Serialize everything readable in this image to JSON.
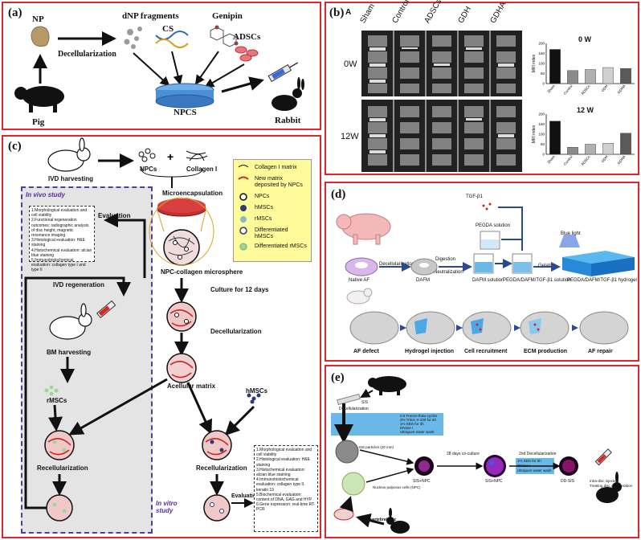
{
  "panel_a": {
    "label": "(a)",
    "np": "NP",
    "dnp": "dNP fragments",
    "cs": "CS",
    "genipin": "Genipin",
    "adscs": "ADSCs",
    "decell": "Decellularization",
    "npcs": "NPCS",
    "pig": "Pig",
    "rabbit": "Rabbit"
  },
  "panel_b": {
    "label": "(b)",
    "sublabel": "A",
    "groups": [
      "Sham",
      "Control",
      "ADSCs",
      "GDH",
      "GDHA"
    ],
    "row_0w": "0W",
    "row_12w": "12W",
    "chart_0w_title": "0 W",
    "chart_12w_title": "12 W",
    "ylabel": "MRI index"
  },
  "chart_data": [
    {
      "type": "bar",
      "title": "0 W",
      "categories": [
        "Sham",
        "Control",
        "ADSCs",
        "GDH",
        "GDHA"
      ],
      "values": [
        170,
        65,
        70,
        80,
        75
      ],
      "ylabel": "MRI index",
      "ylim": [
        0,
        200
      ],
      "yticks": [
        "200",
        "150",
        "100",
        "50",
        "0"
      ],
      "colors": [
        "#111111",
        "#8a8a8a",
        "#b0b0b0",
        "#d0d0d0",
        "#5a5a5a"
      ]
    },
    {
      "type": "bar",
      "title": "12 W",
      "categories": [
        "Sham",
        "Control",
        "ADSCs",
        "GDH",
        "GDHA"
      ],
      "values": [
        165,
        35,
        50,
        55,
        105
      ],
      "ylabel": "MRI index",
      "ylim": [
        0,
        200
      ],
      "yticks": [
        "200",
        "150",
        "100",
        "50",
        "0"
      ],
      "colors": [
        "#111111",
        "#8a8a8a",
        "#b0b0b0",
        "#d0d0d0",
        "#5a5a5a"
      ]
    }
  ],
  "panel_c": {
    "label": "(c)",
    "ivd_harvest": "IVD harvesting",
    "npcs": "NPCs",
    "collagen": "Collagen I",
    "microencap": "Microencapsulation",
    "microsphere": "NPC-collagen microsphere",
    "culture": "Culture for 12 days",
    "decell": "Decellularization",
    "acellular": "Acellular matrix",
    "hmscs": "hMSCs",
    "rmscs": "rMSCs",
    "recell_left": "Recellularization",
    "recell_right": "Recellularization",
    "bm_harvest": "BM harvesting",
    "ivd_regen": "IVD regeneration",
    "evaluation_left": "Evaluation",
    "evaluation_right": "Evaluation",
    "in_vivo": "In vivo study",
    "in_vitro": "In vitro study",
    "legend": [
      "Collagen I matrix",
      "New matrix deposited by NPCs",
      "NPCs",
      "hMSCs",
      "rMSCs",
      "Differentiated hMSCs",
      "Differentiated rMSCs"
    ],
    "invivo_notes": [
      "1.Morphological evaluation and cell viability",
      "2.Functional regeneration outcomes: radiographic analysis of disc height, magnetic resonance imaging",
      "3.Histological evaluation: H&E staining",
      "4.Histochemical evaluation: alcian blue staining",
      "5.Immunohistochemical evaluation: collagen type I and type II"
    ],
    "invitro_notes": [
      "1.Morphological evaluation and cell viability",
      "2.Histological evaluation: H&E staining",
      "3.Histochemical evaluation: alcian blue staining",
      "4.Immunohistochemical evaluation: collagen type II, keratin 19",
      "5.Biochemical evaluation: content of DNA, GAG and HYP",
      "6.Gene expression: real-time RT-PCR"
    ]
  },
  "panel_d": {
    "label": "(d)",
    "tgf": "TGF-β1",
    "pegda": "PEGDA solution",
    "blue_light": "Blue light",
    "native_af": "Native AF",
    "decell": "Decellularization",
    "dafm": "DAFM",
    "digestion": "Digestion",
    "neutral": "Neutralization",
    "dafm_sol": "DAFM solution",
    "mix_sol": "PEGDA/DAFM/TGF-β1 solution",
    "gelation": "Gelation",
    "hydrogel": "PEGDA/DAFM/TGF-β1 hydrogel",
    "steps": [
      "AF defect",
      "Hydrogel injection",
      "Cell recruitment",
      "ECM production",
      "AF repair"
    ]
  },
  "panel_e": {
    "label": "(e)",
    "sis": "SIS",
    "decell": "Decellularization",
    "protocol1": [
      "0.5 Freeze-thaw cycles",
      "2% Triton X-100 for 6h",
      "1% SDS for 3h",
      "DNase I",
      "Ultrapure water wash"
    ],
    "dsis": "D-SIS particles (20 mm)",
    "np_cells": "Nucleus pulposus cells (NPC)",
    "ivd": "Intervertebral disc",
    "coculture": "28 days co-culture",
    "sis_npc1": "SIS+NPC",
    "sis_npc2": "SIS+NPC",
    "decell2": "2nd Decellularization",
    "protocol2": [
      "1% SDS for 6h",
      "DNase I",
      "Ultrapure water wash"
    ],
    "ddsis": "DD-SIS",
    "injection": "Intra-disc injection",
    "treat": "Treating disc degeneration"
  }
}
